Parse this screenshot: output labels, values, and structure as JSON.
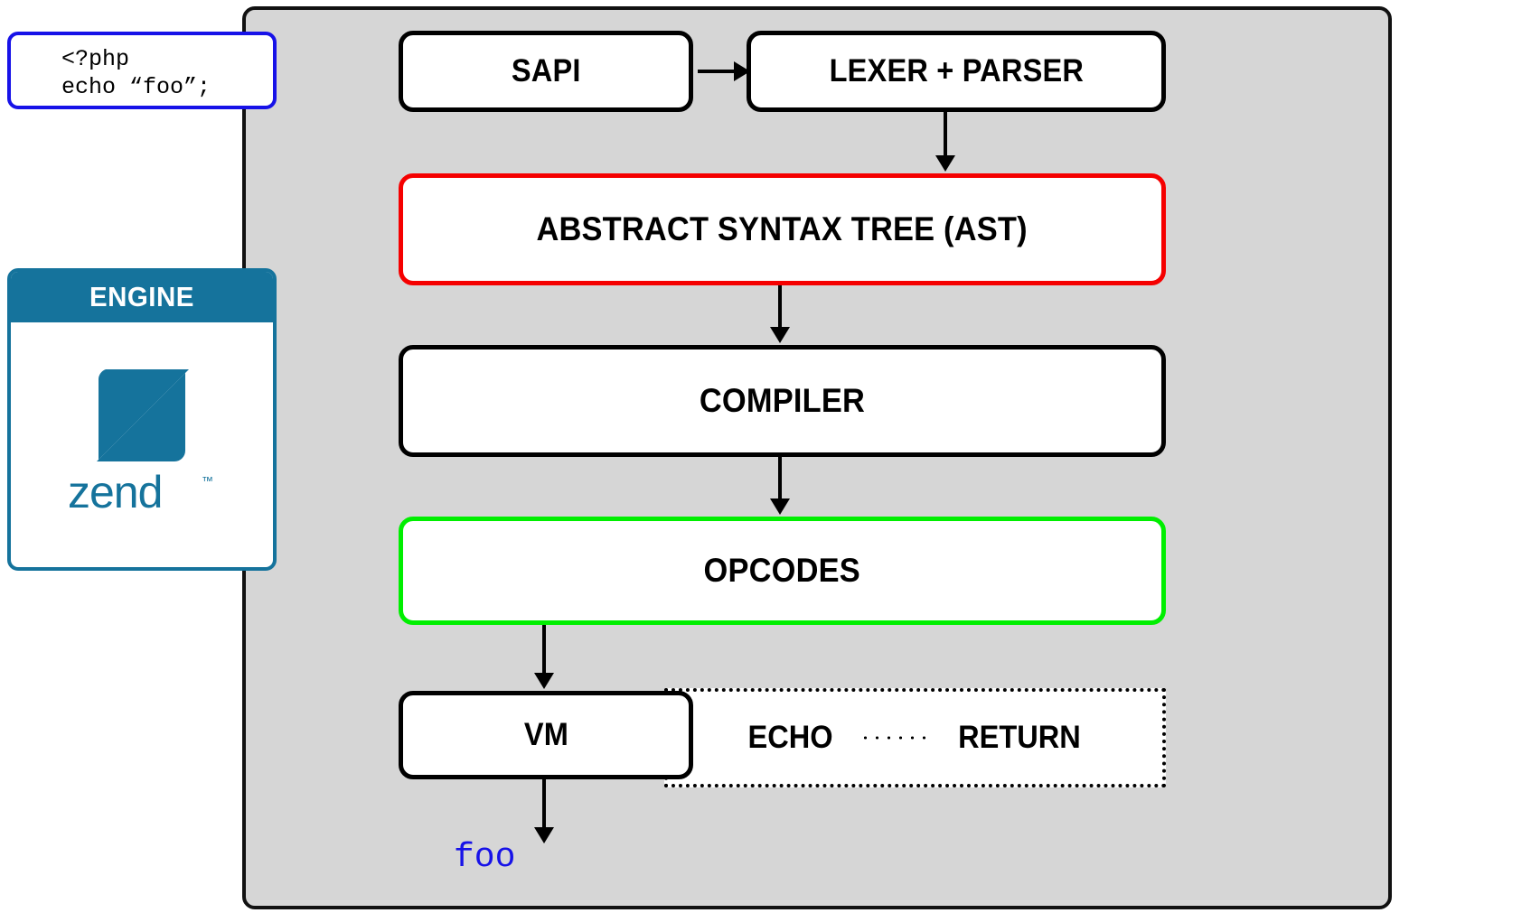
{
  "diagram": {
    "title": "PHP execution pipeline",
    "container_name": "engine-container",
    "colors": {
      "container_bg": "#d6d6d6",
      "container_border": "#111111",
      "box_border": "#000000",
      "ast_border": "#f50000",
      "opcodes_border": "#00ef00",
      "code_border": "#1712e8",
      "output_text": "#1712e8",
      "zend_blue": "#15739c"
    }
  },
  "code_snippet": {
    "name": "php-code-snippet",
    "line1": "<?php",
    "line2": "echo “foo”;"
  },
  "engine_card": {
    "header": "ENGINE",
    "logo_name": "zend-logo",
    "wordmark": "zend",
    "trademark": "™"
  },
  "flow": {
    "boxes": [
      {
        "id": "sapi",
        "label": "SAPI"
      },
      {
        "id": "lexer",
        "label": "LEXER + PARSER"
      },
      {
        "id": "ast",
        "label": "ABSTRACT SYNTAX TREE (AST)"
      },
      {
        "id": "compiler",
        "label": "COMPILER"
      },
      {
        "id": "opcodes",
        "label": "OPCODES"
      },
      {
        "id": "vm",
        "label": "VM"
      }
    ],
    "opcode_list": {
      "name": "opcode-sequence",
      "first": "ECHO",
      "second": "RETURN"
    }
  },
  "output": {
    "value": "foo"
  }
}
